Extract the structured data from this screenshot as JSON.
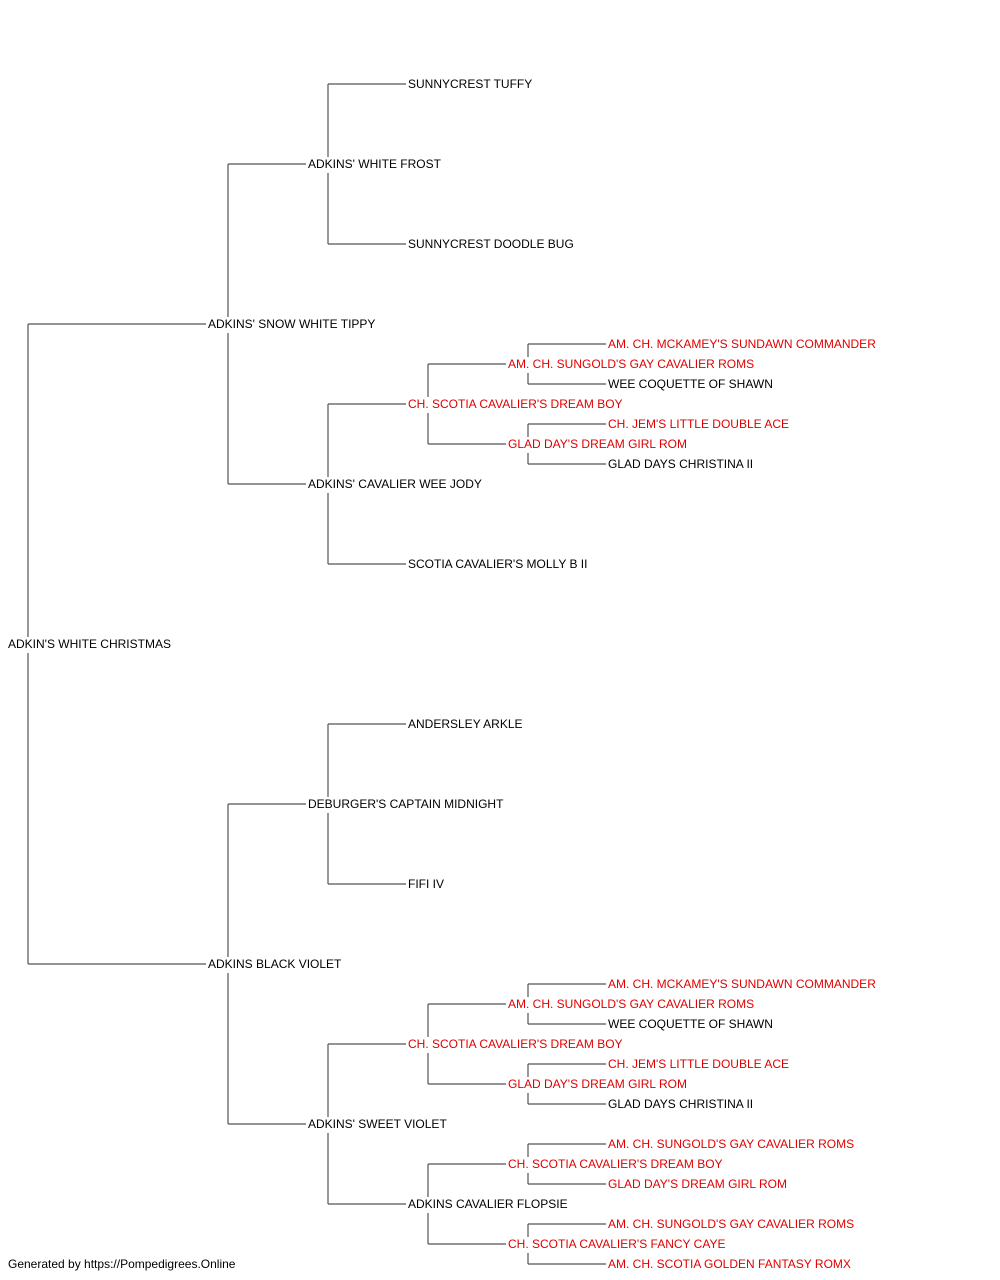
{
  "colors": {
    "line": "#555555",
    "highlight": "#e00000",
    "text": "#000000"
  },
  "footer": "Generated by https://Pompedigrees.Online",
  "pedigree": {
    "name": "ADKIN'S WHITE CHRISTMAS",
    "hl": false,
    "sire": {
      "name": "ADKINS' SNOW WHITE TIPPY",
      "hl": false,
      "sire": {
        "name": "ADKINS' WHITE FROST",
        "hl": false,
        "sire": {
          "name": "SUNNYCREST TUFFY",
          "hl": false
        },
        "dam": {
          "name": "SUNNYCREST DOODLE BUG",
          "hl": false
        }
      },
      "dam": {
        "name": "ADKINS' CAVALIER WEE JODY",
        "hl": false,
        "sire": {
          "name": "CH. SCOTIA CAVALIER'S DREAM BOY",
          "hl": true,
          "sire": {
            "name": "AM. CH. SUNGOLD'S GAY CAVALIER ROMS",
            "hl": true,
            "sire": {
              "name": "AM. CH. MCKAMEY'S SUNDAWN COMMANDER",
              "hl": true
            },
            "dam": {
              "name": "WEE COQUETTE OF SHAWN",
              "hl": false
            }
          },
          "dam": {
            "name": "GLAD DAY'S DREAM GIRL ROM",
            "hl": true,
            "sire": {
              "name": "CH. JEM'S LITTLE DOUBLE ACE",
              "hl": true
            },
            "dam": {
              "name": "GLAD DAYS CHRISTINA II",
              "hl": false
            }
          }
        },
        "dam": {
          "name": "SCOTIA CAVALIER'S MOLLY B II",
          "hl": false
        }
      }
    },
    "dam": {
      "name": "ADKINS BLACK VIOLET",
      "hl": false,
      "sire": {
        "name": "DEBURGER'S CAPTAIN MIDNIGHT",
        "hl": false,
        "sire": {
          "name": "ANDERSLEY ARKLE",
          "hl": false
        },
        "dam": {
          "name": "FIFI IV",
          "hl": false
        }
      },
      "dam": {
        "name": "ADKINS' SWEET VIOLET",
        "hl": false,
        "sire": {
          "name": "CH. SCOTIA CAVALIER'S DREAM BOY",
          "hl": true,
          "sire": {
            "name": "AM. CH. SUNGOLD'S GAY CAVALIER ROMS",
            "hl": true,
            "sire": {
              "name": "AM. CH. MCKAMEY'S SUNDAWN COMMANDER",
              "hl": true
            },
            "dam": {
              "name": "WEE COQUETTE OF SHAWN",
              "hl": false
            }
          },
          "dam": {
            "name": "GLAD DAY'S DREAM GIRL ROM",
            "hl": true,
            "sire": {
              "name": "CH. JEM'S LITTLE DOUBLE ACE",
              "hl": true
            },
            "dam": {
              "name": "GLAD DAYS CHRISTINA II",
              "hl": false
            }
          }
        },
        "dam": {
          "name": "ADKINS CAVALIER FLOPSIE",
          "hl": false,
          "sire": {
            "name": "CH. SCOTIA CAVALIER'S DREAM BOY",
            "hl": true,
            "sire": {
              "name": "AM. CH. SUNGOLD'S GAY CAVALIER ROMS",
              "hl": true
            },
            "dam": {
              "name": "GLAD DAY'S DREAM GIRL ROM",
              "hl": true
            }
          },
          "dam": {
            "name": "CH. SCOTIA CAVALIER'S FANCY CAYE",
            "hl": true,
            "sire": {
              "name": "AM. CH. SUNGOLD'S GAY CAVALIER ROMS",
              "hl": true
            },
            "dam": {
              "name": "AM. CH. SCOTIA GOLDEN FANTASY ROMX",
              "hl": true
            }
          }
        }
      }
    }
  }
}
